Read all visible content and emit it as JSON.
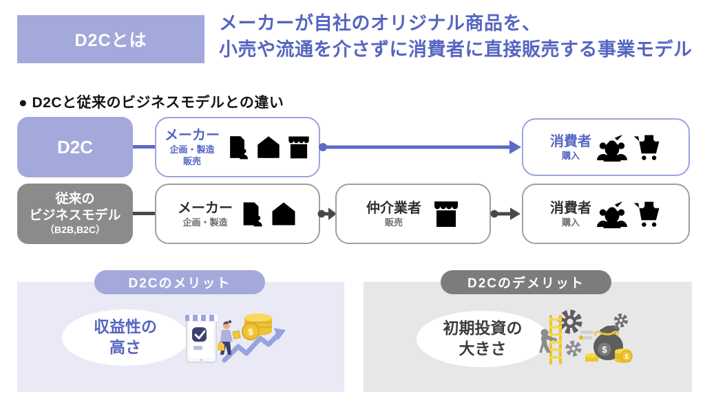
{
  "colors": {
    "purple_fill": "#a3a9da",
    "purple_border": "#9aa3dc",
    "purple_text": "#5565c1",
    "purple_arrow": "#5b6ac4",
    "accent_purple": "#c5cbee",
    "gray_fill": "#8b8b8b",
    "gray_border": "#9e9e9e",
    "dark_text": "#2e2e2e",
    "gray_text": "#6e6e6e",
    "dark_arrow": "#484848",
    "icon_stroke": "#56565e",
    "merit_bg": "#e9eaf5",
    "demerit_bg": "#e7e7e7",
    "demerit_pill": "#7c7c7c"
  },
  "header": {
    "label": "D2Cとは",
    "title_line1": "メーカーが自社のオリジナル商品を、",
    "title_line2": "小売や流通を介さずに消費者に直接販売する事業モデル"
  },
  "section_heading": "● D2Cと従来のビジネスモデルとの違い",
  "flow": {
    "d2c": {
      "label": "D2C",
      "maker_title": "メーカー",
      "maker_sub1": "企画・製造",
      "maker_sub2": "販売",
      "consumer_title": "消費者",
      "consumer_sub": "購入"
    },
    "traditional": {
      "label_line1": "従来の",
      "label_line2": "ビジネスモデル",
      "label_line3": "（B2B,B2C）",
      "maker_title": "メーカー",
      "maker_sub": "企画・製造",
      "intermediary_title": "仲介業者",
      "intermediary_sub": "販売",
      "consumer_title": "消費者",
      "consumer_sub": "購入"
    }
  },
  "merit": {
    "pill": "D2Cのメリット",
    "line1": "収益性の",
    "line2": "高さ"
  },
  "demerit": {
    "pill": "D2Cのデメリット",
    "line1": "初期投資の",
    "line2": "大きさ"
  },
  "illustration": {
    "dollar": "$"
  },
  "icons": {
    "maker_plan": "document-plan-icon",
    "maker_factory": "warehouse-icon",
    "store": "storefront-icon",
    "consumers": "people-group-icon",
    "cart": "shopping-cart-icon"
  }
}
